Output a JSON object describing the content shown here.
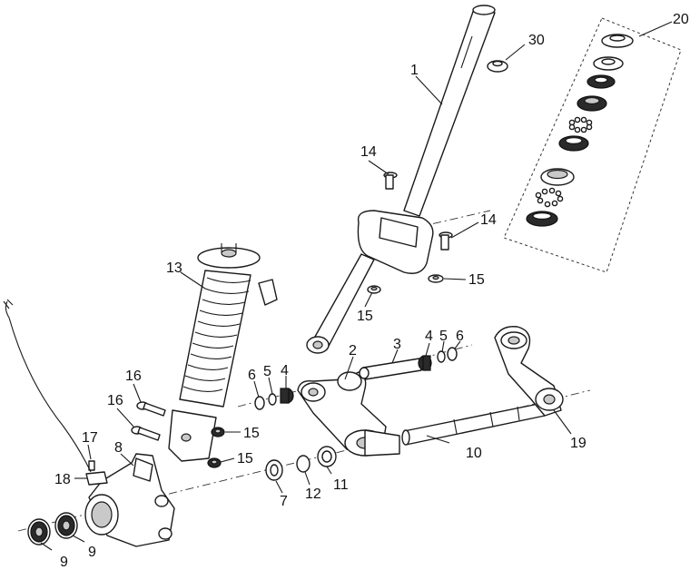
{
  "callouts": {
    "c1": "1",
    "c3": "3",
    "c2": "2",
    "c4a": "4",
    "c4b": "4",
    "c5a": "5",
    "c5b": "5",
    "c6a": "6",
    "c6b": "6",
    "c7": "7",
    "c8": "8",
    "c9a": "9",
    "c9b": "9",
    "c10": "10",
    "c11": "11",
    "c12": "12",
    "c13": "13",
    "c14a": "14",
    "c14b": "14",
    "c15a": "15",
    "c15b": "15",
    "c15c": "15",
    "c15d": "15",
    "c16a": "16",
    "c16b": "16",
    "c17": "17",
    "c18": "18",
    "c19": "19",
    "c20": "20",
    "c30": "30"
  }
}
